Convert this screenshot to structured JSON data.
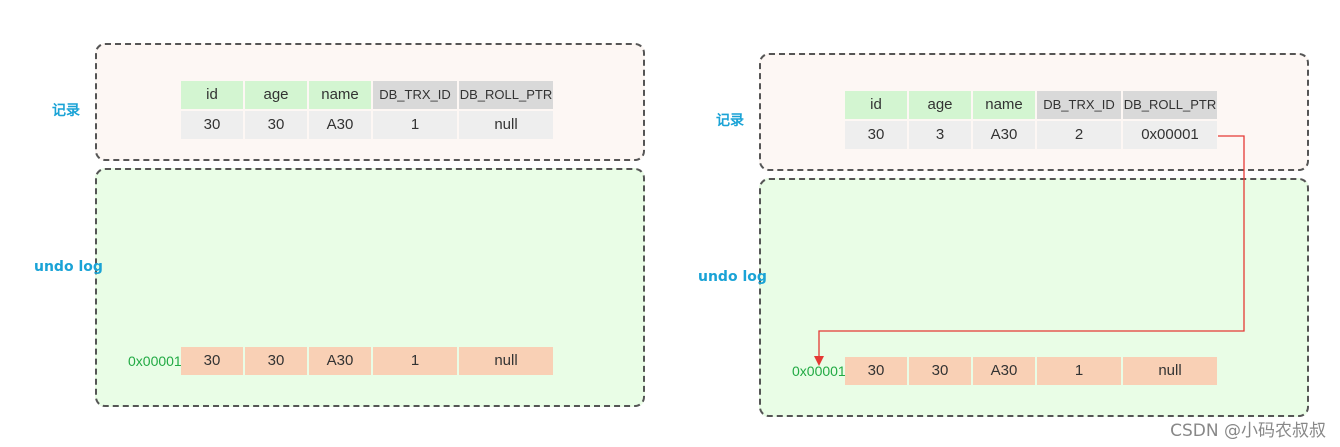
{
  "headers": [
    "id",
    "age",
    "name",
    "DB_TRX_ID",
    "DB_ROLL_PTR"
  ],
  "labels": {
    "record": "记录",
    "undo": "undo log"
  },
  "left": {
    "record_values": [
      "30",
      "30",
      "A30",
      "1",
      "null"
    ],
    "undo_address": "0x00001",
    "undo_values": [
      "30",
      "30",
      "A30",
      "1",
      "null"
    ]
  },
  "right": {
    "record_values": [
      "30",
      "3",
      "A30",
      "2",
      "0x00001"
    ],
    "undo_address": "0x00001",
    "undo_values": [
      "30",
      "30",
      "A30",
      "1",
      "null"
    ]
  },
  "colors": {
    "arrow": "#e53935",
    "label": "#1aa3d6",
    "address": "#22aa44",
    "header_green": "#d3f5d1",
    "header_gray": "#d9d9d9",
    "undo_row": "#f9d0b5"
  },
  "watermark": "CSDN @小码农叔叔"
}
